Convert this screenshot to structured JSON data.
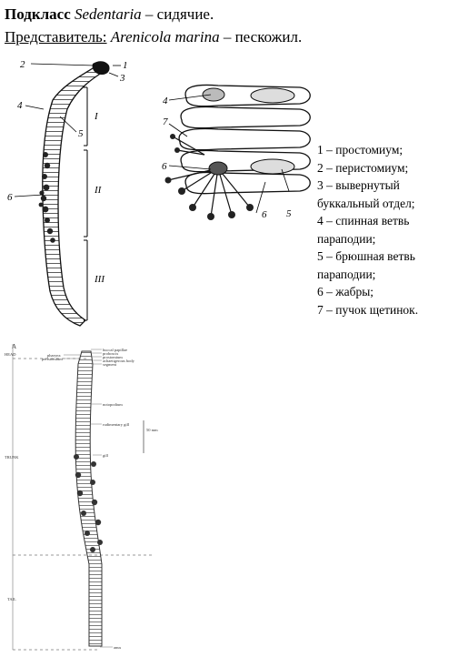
{
  "header": {
    "line1_bold": "Подкласс",
    "line1_italic": "Sedentaria",
    "line1_rest": "– сидячие.",
    "line2_label": "Представитель:",
    "line2_italic": "Arenicola marina",
    "line2_rest": "– пескожил."
  },
  "figure1_labels": {
    "n1": "1",
    "n2": "2",
    "n3": "3",
    "n4": "4",
    "n5": "5",
    "n6": "6",
    "sec_I": "I",
    "sec_II": "II",
    "sec_III": "III"
  },
  "figure2_labels": {
    "n4": "4",
    "n7": "7",
    "n6": "6",
    "n5": "5"
  },
  "legend": [
    "1 – простомиум;",
    "2 – перистомиум;",
    "3 – вывернутый",
    "буккальный отдел;",
    "4 – спинная ветвь",
    "параподии;",
    "5 – брюшная ветвь",
    "параподии;",
    "6 – жабры;",
    "7 – пучок щетинок."
  ],
  "figure3": {
    "letter": "A",
    "regions": [
      "HEAD",
      "TRUNK",
      "TAIL"
    ],
    "annotations": {
      "buccal": "buccal papillae",
      "proboscis": "proboscis",
      "prostomium": "prostomium",
      "pharynx": "pharynx",
      "peristomium": "peristomium",
      "achaetigerous": "achaetigerous body",
      "segment": "segment",
      "notopodium": "notopodium",
      "rudimentary_gill": "rudimentary gill",
      "scale": "50 mm",
      "gill": "gill",
      "anus": "anus"
    }
  }
}
